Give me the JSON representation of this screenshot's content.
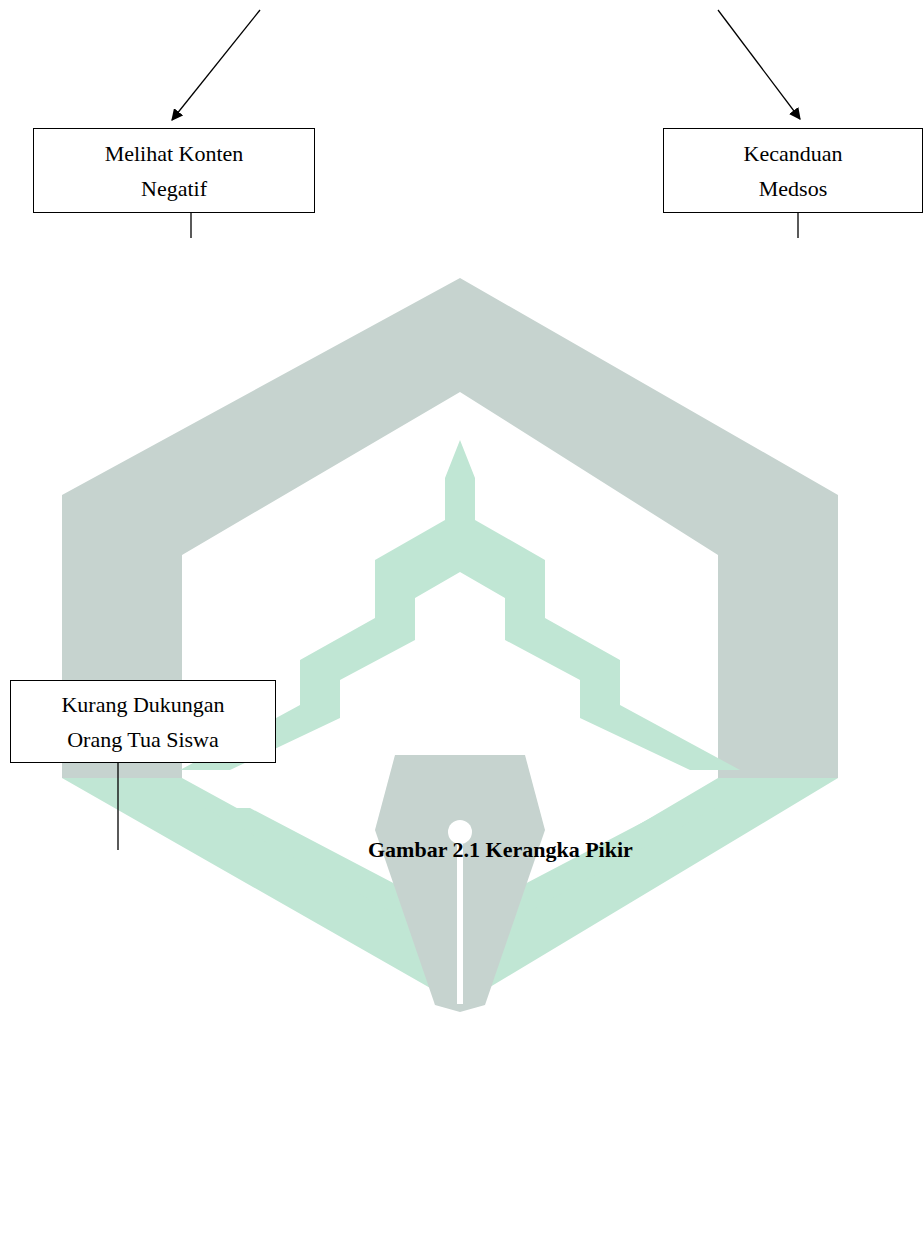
{
  "diagram": {
    "caption": "Gambar 2.1 Kerangka Pikir",
    "nodes": [
      {
        "text": [
          "Melihat Konten Negatif"
        ]
      },
      {
        "text": [
          "Kecanduan Medsos"
        ]
      },
      {
        "text": [
          "Kurang Dukungan Orang Tua Siswa"
        ]
      }
    ]
  }
}
